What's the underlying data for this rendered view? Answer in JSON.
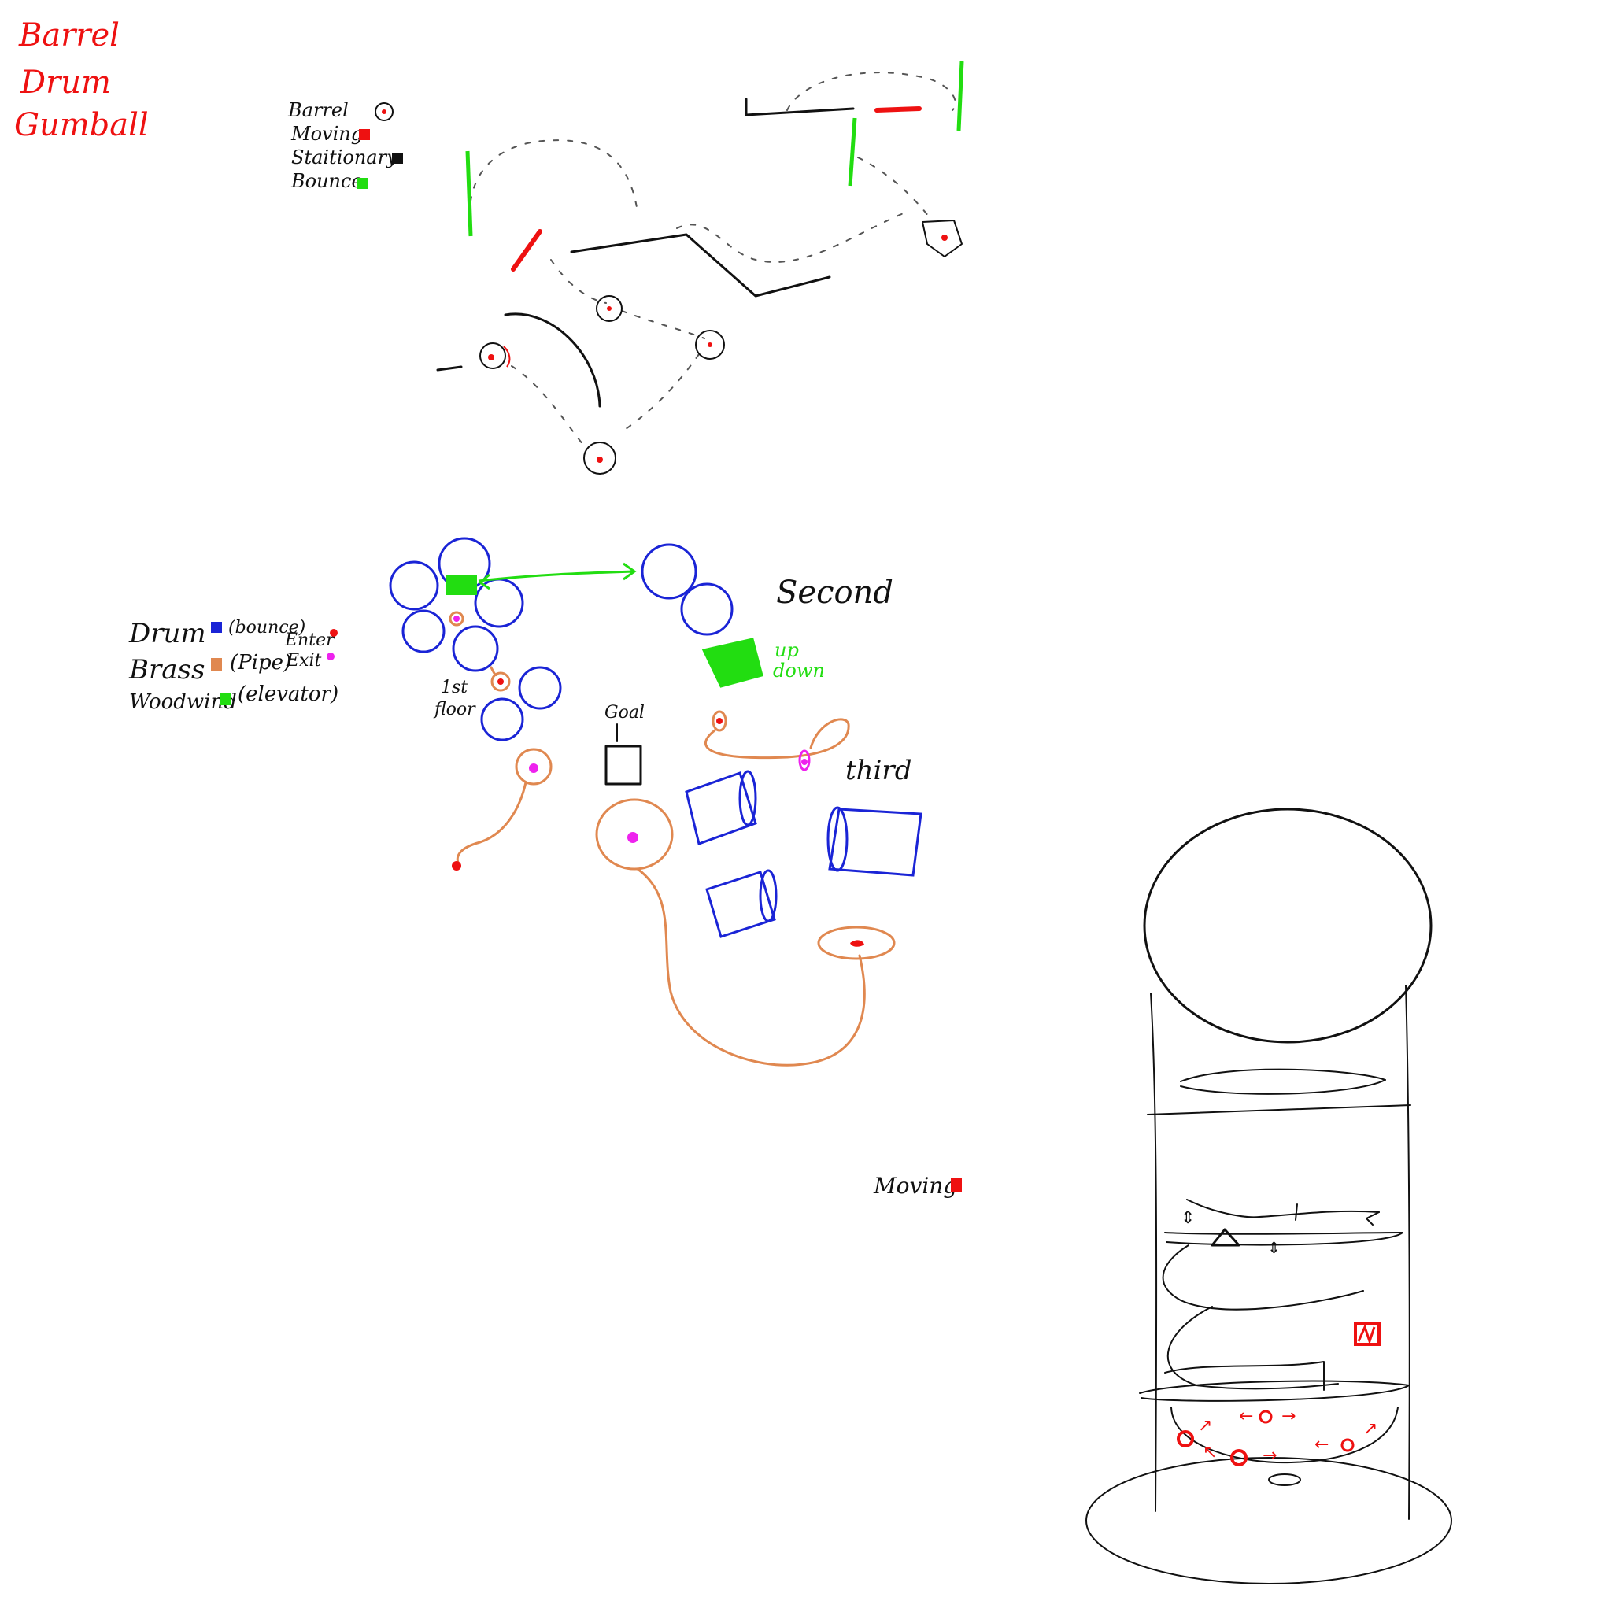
{
  "header": {
    "line1": "Barrel",
    "line2": "Drum",
    "line3": "Gumball",
    "color": "#ee1111"
  },
  "barrel_legend": {
    "title": "Barrel",
    "moving": "Moving",
    "stationary": "Staitionary",
    "bounce": "Bounce",
    "colors": {
      "moving": "#ee1111",
      "stationary": "#111111",
      "bounce": "#22dd11"
    }
  },
  "drum_legend": {
    "drum": "Drum",
    "drum_note": "(bounce)",
    "brass": "Brass",
    "brass_note": "(Pipe)",
    "woodwind": "Woodwind",
    "woodwind_note": "(elevator)",
    "enter": "Enter",
    "exit": "Exit",
    "colors": {
      "drum": "#1a24d6",
      "brass": "#e08850",
      "woodwind": "#22dd11",
      "enter": "#ee1111",
      "exit": "#ee22ee"
    }
  },
  "drum_map": {
    "first_floor_line1": "1st",
    "first_floor_line2": "floor",
    "second": "Second",
    "third": "third",
    "goal": "Goal",
    "up": "up",
    "down": "down"
  },
  "gumball_legend": {
    "moving": "Moving",
    "color": "#ee1111"
  }
}
